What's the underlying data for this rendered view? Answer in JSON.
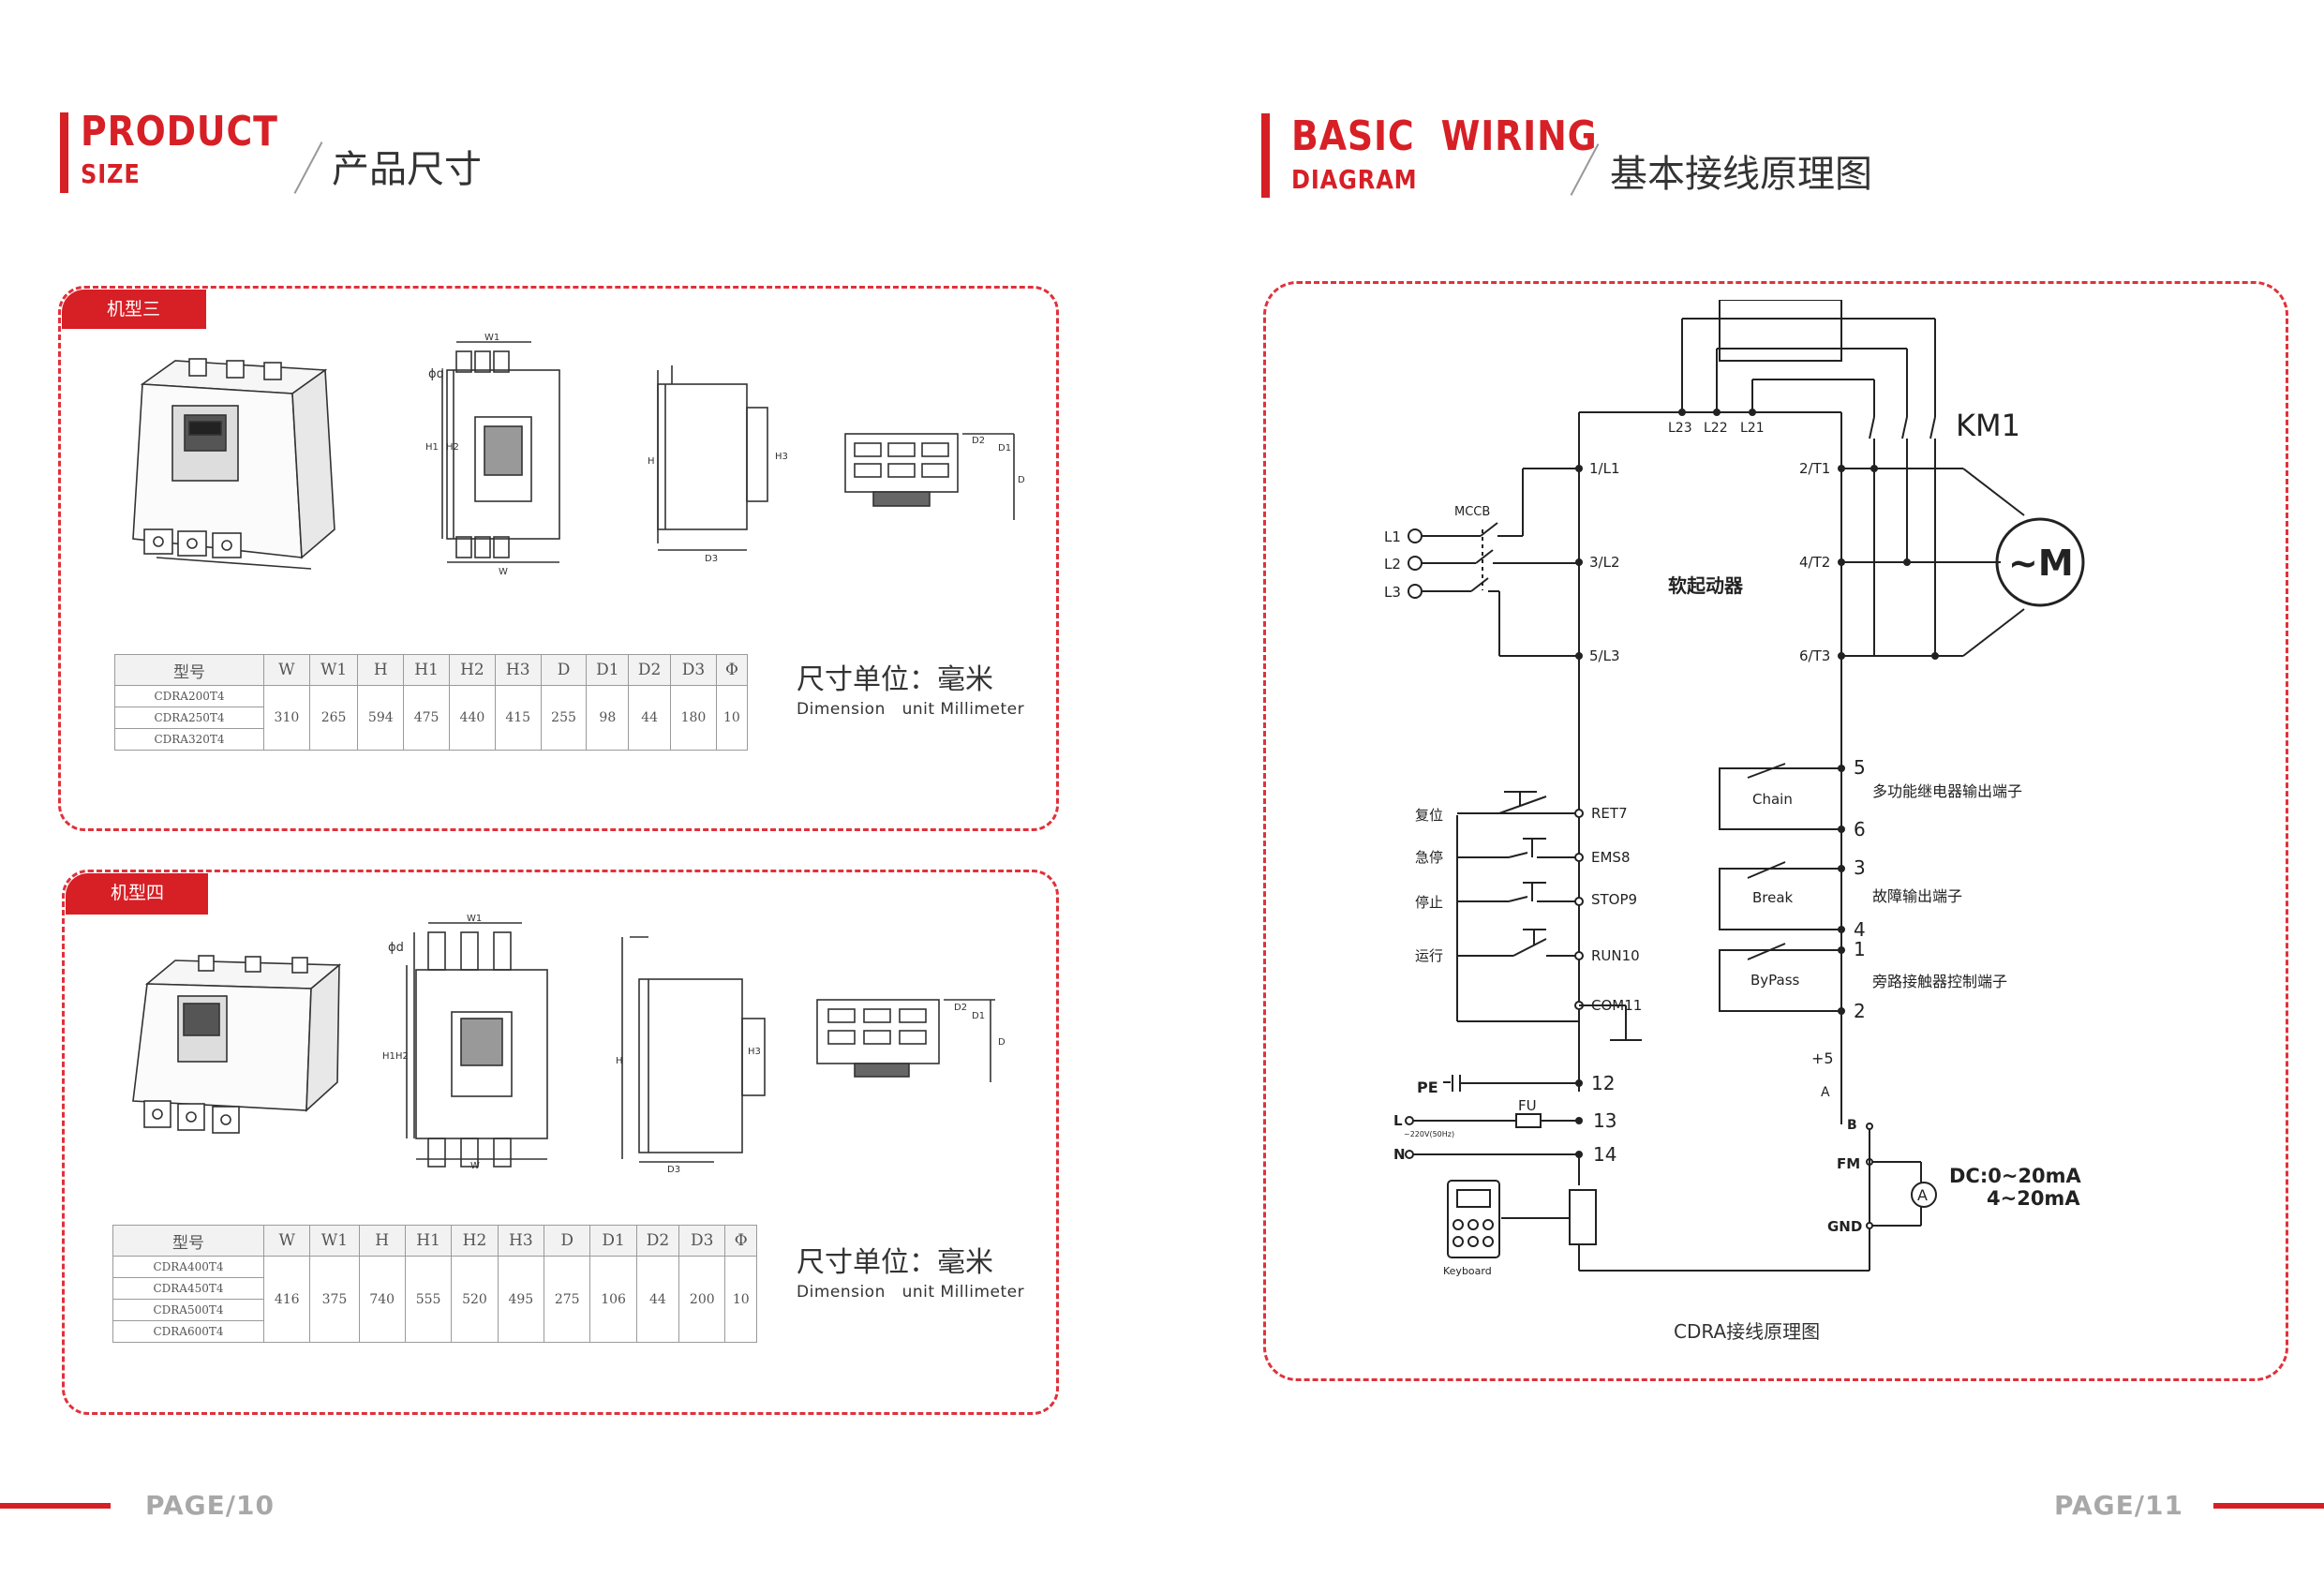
{
  "left_page": {
    "title_line1": "PRODUCT",
    "title_line2": "SIZE",
    "title_cn": "产品尺寸",
    "page_number": "PAGE/10",
    "models": [
      {
        "tag": "机型三",
        "unit_cn": "尺寸单位：毫米",
        "unit_en": "Dimension   unit Millimeter",
        "table": {
          "headers": [
            "型号",
            "W",
            "W1",
            "H",
            "H1",
            "H2",
            "H3",
            "D",
            "D1",
            "D2",
            "D3",
            "Φ"
          ],
          "models": [
            "CDRA200T4",
            "CDRA250T4",
            "CDRA320T4"
          ],
          "values": [
            "310",
            "265",
            "594",
            "475",
            "440",
            "415",
            "255",
            "98",
            "44",
            "180",
            "10"
          ]
        },
        "drawing_labels": {
          "w1": "W1",
          "w": "W",
          "h1": "H1",
          "h2": "H2",
          "h": "H",
          "h3": "H3",
          "d": "D",
          "d1": "D1",
          "d2": "D2",
          "d3": "D3",
          "phi": "ϕd"
        }
      },
      {
        "tag": "机型四",
        "unit_cn": "尺寸单位：毫米",
        "unit_en": "Dimension   unit Millimeter",
        "table": {
          "headers": [
            "型号",
            "W",
            "W1",
            "H",
            "H1",
            "H2",
            "H3",
            "D",
            "D1",
            "D2",
            "D3",
            "Φ"
          ],
          "models": [
            "CDRA400T4",
            "CDRA450T4",
            "CDRA500T4",
            "CDRA600T4"
          ],
          "values": [
            "416",
            "375",
            "740",
            "555",
            "520",
            "495",
            "275",
            "106",
            "44",
            "200",
            "10"
          ]
        },
        "drawing_labels": {
          "w1": "W1",
          "w": "W",
          "h1": "H1",
          "h2": "H2",
          "h": "H",
          "h3": "H3",
          "d": "D",
          "d1": "D1",
          "d2": "D2",
          "d3": "D3",
          "phi": "ϕd"
        }
      }
    ]
  },
  "right_page": {
    "title_line1": "BASIC  WIRING",
    "title_line2": "DIAGRAM",
    "title_cn": "基本接线原理图",
    "page_number": "PAGE/11",
    "caption": "CDRA接线原理图",
    "diagram": {
      "center_label": "软起动器",
      "contactor": "KM1",
      "motor": "~M",
      "breaker": "MCCB",
      "bypass_terminals": [
        "L23",
        "L22",
        "L21"
      ],
      "input_lines": [
        "L1",
        "L2",
        "L3"
      ],
      "input_terminals": [
        "1/L1",
        "3/L2",
        "5/L3"
      ],
      "output_terminals": [
        "2/T1",
        "4/T2",
        "6/T3"
      ],
      "control_buttons": [
        "复位",
        "急停",
        "停止",
        "运行"
      ],
      "control_terminals": [
        "RET7",
        "EMS8",
        "STOP9",
        "RUN10",
        "COM11"
      ],
      "pe_label": "PE",
      "terminal_12": "12",
      "terminal_13": "13",
      "terminal_14": "14",
      "fuse_label": "FU",
      "l_label": "L",
      "n_label": "N",
      "supply_note": "~220V(50Hz)",
      "keyboard_label": "Keyboard",
      "relays": [
        {
          "name": "Chain",
          "pins": [
            "5",
            "6"
          ],
          "desc": "多功能继电器输出端子"
        },
        {
          "name": "Break",
          "pins": [
            "3",
            "4"
          ],
          "desc": "故障输出端子"
        },
        {
          "name": "ByPass",
          "pins": [
            "1",
            "2"
          ],
          "desc": "旁路接触器控制端子"
        }
      ],
      "analog": {
        "p5": "+5",
        "a": "A",
        "b": "B",
        "fm": "FM",
        "gnd": "GND",
        "meter": "A",
        "output_line1": "DC:0~20mA",
        "output_line2": "4~20mA"
      }
    }
  }
}
